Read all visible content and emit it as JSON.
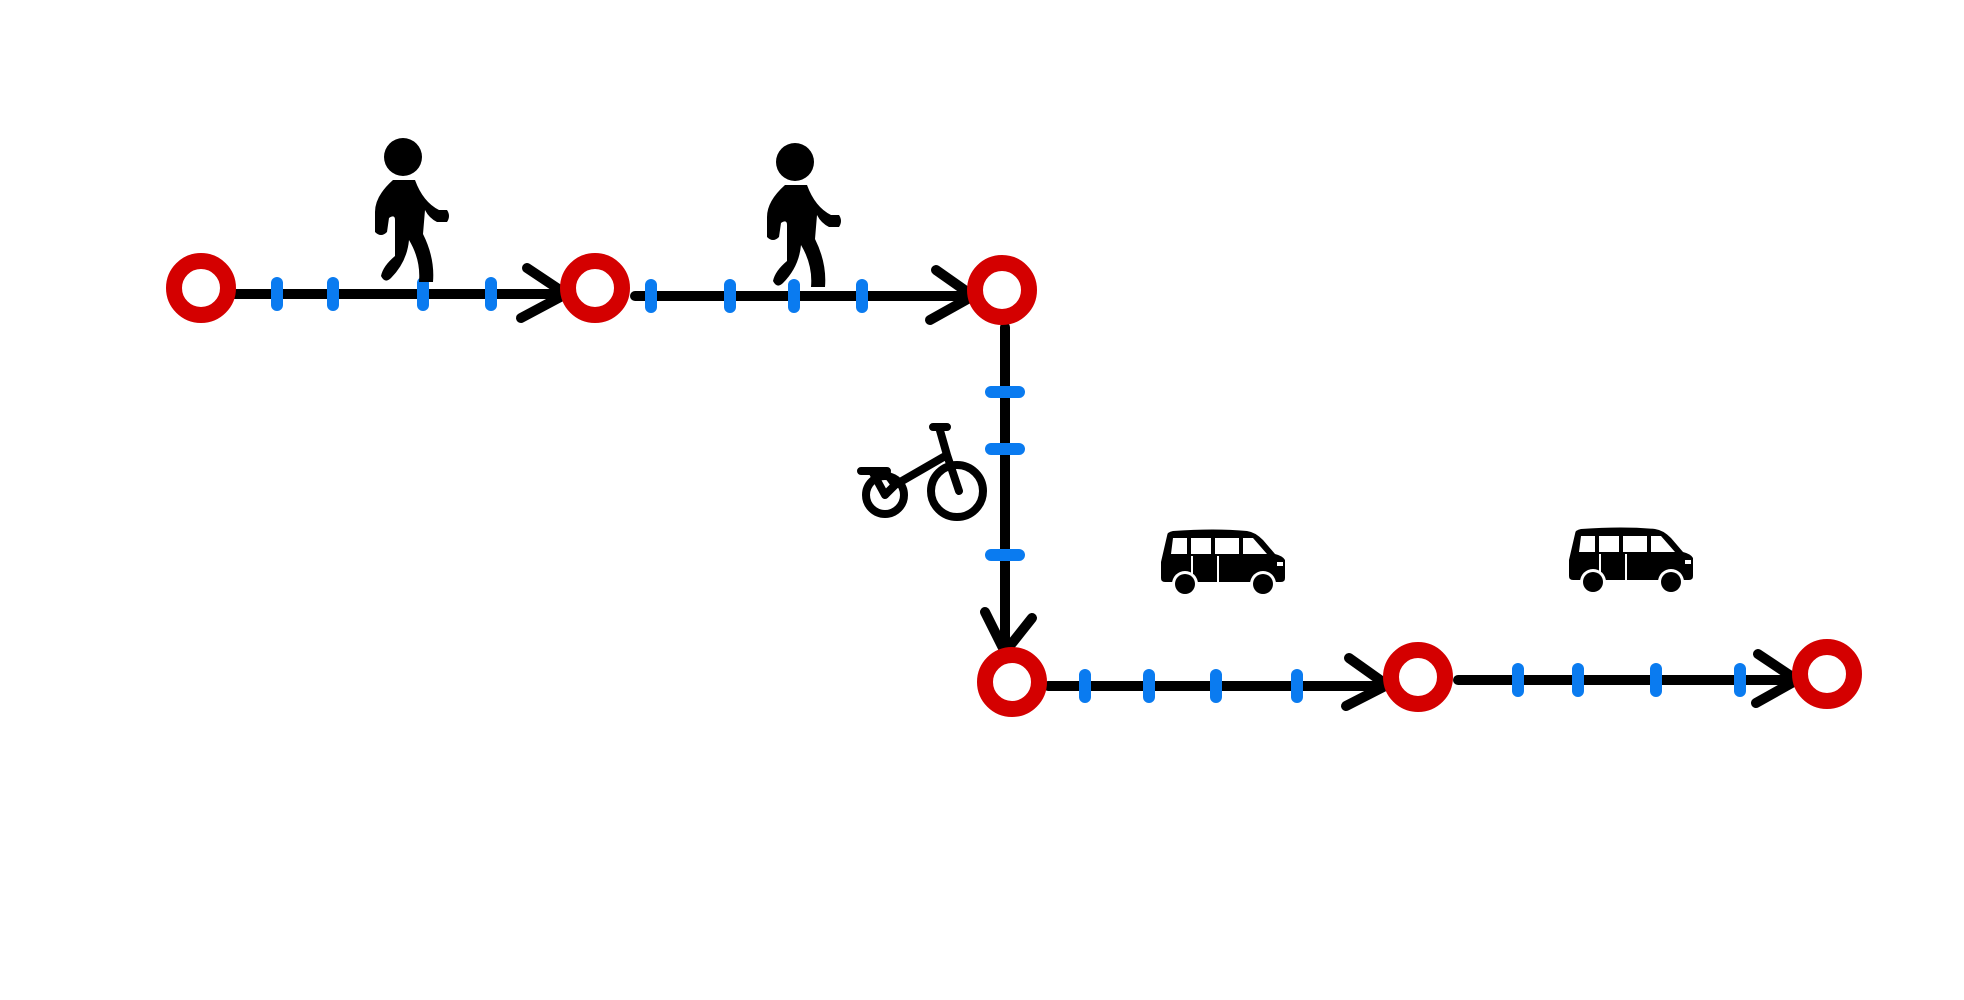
{
  "colors": {
    "node_ring": "#d40000",
    "edge": "#000000",
    "tick": "#0a7bf0",
    "icon": "#000000"
  },
  "nodes": [
    "stop-1",
    "stop-2",
    "stop-3",
    "stop-4",
    "stop-5",
    "stop-6"
  ],
  "segments": [
    {
      "from": "stop-1",
      "to": "stop-2",
      "mode": "walk",
      "icon": "walking-person-icon",
      "ticks": 4
    },
    {
      "from": "stop-2",
      "to": "stop-3",
      "mode": "walk",
      "icon": "walking-person-icon",
      "ticks": 4
    },
    {
      "from": "stop-3",
      "to": "stop-4",
      "mode": "bike",
      "icon": "bicycle-icon",
      "ticks": 3
    },
    {
      "from": "stop-4",
      "to": "stop-5",
      "mode": "van",
      "icon": "van-icon",
      "ticks": 4
    },
    {
      "from": "stop-5",
      "to": "stop-6",
      "mode": "van",
      "icon": "van-icon",
      "ticks": 4
    }
  ]
}
